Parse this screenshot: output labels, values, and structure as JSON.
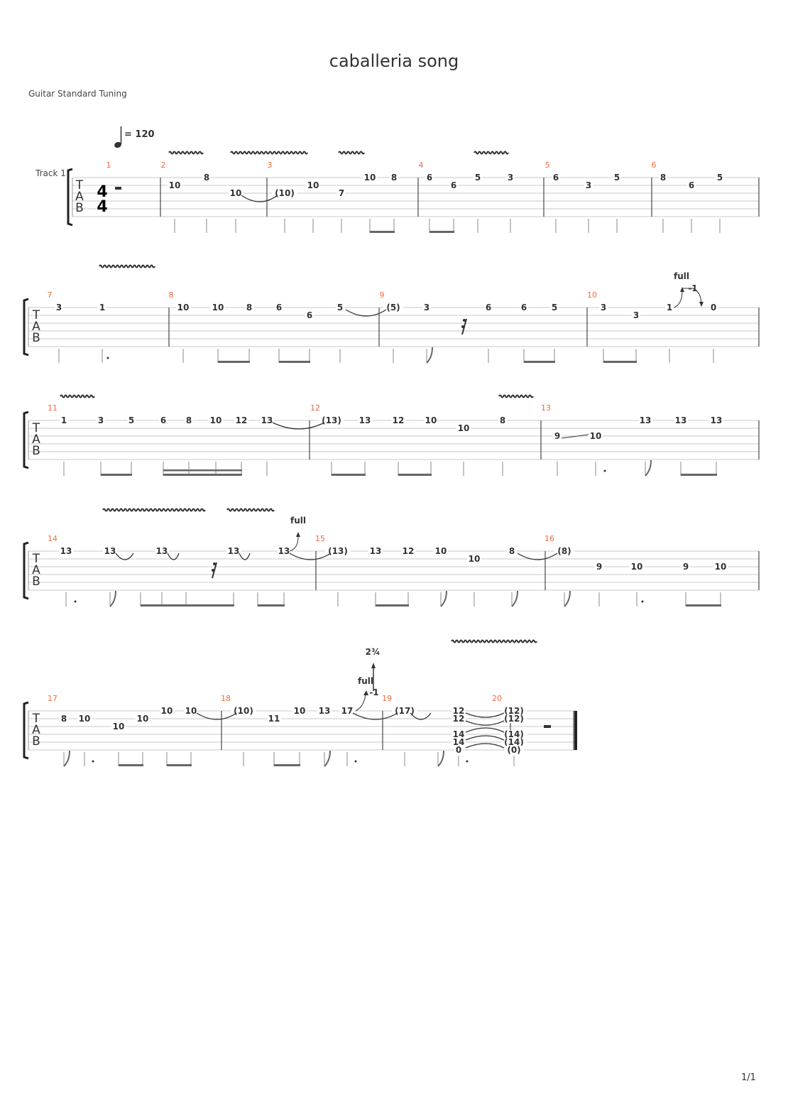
{
  "title": "caballeria song",
  "subtitle": "Guitar Standard Tuning",
  "tempo": "= 120",
  "track_label": "Track 1",
  "time_signature": {
    "top": "4",
    "bottom": "4"
  },
  "tab_letters": [
    "T",
    "A",
    "B"
  ],
  "page_number": "1/1",
  "colors": {
    "measure_number": "#f06a3c",
    "staff_line": "#c8c8c8",
    "ink": "#333333"
  },
  "systems": [
    {
      "measures": [
        "1",
        "2",
        "3",
        "4",
        "5",
        "6"
      ],
      "notes": [
        {
          "s": 2,
          "f": "10"
        },
        {
          "s": 1,
          "f": "8"
        },
        {
          "s": 3,
          "f": "10"
        },
        {
          "s": 3,
          "f": "(10)"
        },
        {
          "s": 2,
          "f": "10"
        },
        {
          "s": 3,
          "f": "7"
        },
        {
          "s": 1,
          "f": "10"
        },
        {
          "s": 1,
          "f": "8"
        },
        {
          "s": 1,
          "f": "6"
        },
        {
          "s": 2,
          "f": "6"
        },
        {
          "s": 1,
          "f": "5"
        },
        {
          "s": 1,
          "f": "3"
        },
        {
          "s": 1,
          "f": "6"
        },
        {
          "s": 2,
          "f": "3"
        },
        {
          "s": 1,
          "f": "5"
        },
        {
          "s": 1,
          "f": "8"
        },
        {
          "s": 2,
          "f": "6"
        },
        {
          "s": 1,
          "f": "5"
        }
      ],
      "bends": []
    },
    {
      "measures": [
        "7",
        "8",
        "9",
        "10"
      ],
      "notes": [
        {
          "s": 1,
          "f": "3"
        },
        {
          "s": 1,
          "f": "1"
        },
        {
          "s": 1,
          "f": "10"
        },
        {
          "s": 1,
          "f": "10"
        },
        {
          "s": 1,
          "f": "8"
        },
        {
          "s": 1,
          "f": "6"
        },
        {
          "s": 2,
          "f": "6"
        },
        {
          "s": 1,
          "f": "5"
        },
        {
          "s": 1,
          "f": "(5)"
        },
        {
          "s": 1,
          "f": "3"
        },
        {
          "s": 1,
          "f": "6"
        },
        {
          "s": 1,
          "f": "6"
        },
        {
          "s": 1,
          "f": "5"
        },
        {
          "s": 1,
          "f": "3"
        },
        {
          "s": 2,
          "f": "3"
        },
        {
          "s": 1,
          "f": "1"
        },
        {
          "s": 1,
          "f": "0"
        }
      ],
      "bends": [
        {
          "label": "full",
          "release": "-1"
        }
      ]
    },
    {
      "measures": [
        "11",
        "12",
        "13"
      ],
      "notes": [
        {
          "s": 1,
          "f": "1"
        },
        {
          "s": 1,
          "f": "3"
        },
        {
          "s": 1,
          "f": "5"
        },
        {
          "s": 1,
          "f": "6"
        },
        {
          "s": 1,
          "f": "8"
        },
        {
          "s": 1,
          "f": "10"
        },
        {
          "s": 1,
          "f": "12"
        },
        {
          "s": 1,
          "f": "13"
        },
        {
          "s": 1,
          "f": "(13)"
        },
        {
          "s": 1,
          "f": "13"
        },
        {
          "s": 1,
          "f": "12"
        },
        {
          "s": 1,
          "f": "10"
        },
        {
          "s": 2,
          "f": "10"
        },
        {
          "s": 1,
          "f": "8"
        },
        {
          "s": 3,
          "f": "9"
        },
        {
          "s": 3,
          "f": "10"
        },
        {
          "s": 1,
          "f": "13"
        },
        {
          "s": 1,
          "f": "13"
        },
        {
          "s": 1,
          "f": "13"
        }
      ],
      "bends": []
    },
    {
      "measures": [
        "14",
        "15",
        "16"
      ],
      "notes": [
        {
          "s": 1,
          "f": "13"
        },
        {
          "s": 1,
          "f": "13"
        },
        {
          "s": 1,
          "f": "13"
        },
        {
          "s": 1,
          "f": "13"
        },
        {
          "s": 1,
          "f": "13"
        },
        {
          "s": 1,
          "f": "(13)"
        },
        {
          "s": 1,
          "f": "13"
        },
        {
          "s": 1,
          "f": "12"
        },
        {
          "s": 1,
          "f": "10"
        },
        {
          "s": 2,
          "f": "10"
        },
        {
          "s": 1,
          "f": "8"
        },
        {
          "s": 1,
          "f": "(8)"
        },
        {
          "s": 3,
          "f": "9"
        },
        {
          "s": 3,
          "f": "10"
        },
        {
          "s": 3,
          "f": "9"
        },
        {
          "s": 3,
          "f": "10"
        }
      ],
      "bends": [
        {
          "label": "full"
        }
      ]
    },
    {
      "measures": [
        "17",
        "18",
        "19",
        "20"
      ],
      "notes": [
        {
          "s": 2,
          "f": "8"
        },
        {
          "s": 2,
          "f": "10"
        },
        {
          "s": 3,
          "f": "10"
        },
        {
          "s": 2,
          "f": "10"
        },
        {
          "s": 1,
          "f": "10"
        },
        {
          "s": 1,
          "f": "10"
        },
        {
          "s": 1,
          "f": "(10)"
        },
        {
          "s": 2,
          "f": "11"
        },
        {
          "s": 1,
          "f": "10"
        },
        {
          "s": 1,
          "f": "13"
        },
        {
          "s": 1,
          "f": "17"
        },
        {
          "s": 1,
          "f": "(17)"
        },
        {
          "s": 1,
          "f": "12"
        },
        {
          "s": 2,
          "f": "12"
        },
        {
          "s": 4,
          "f": "14"
        },
        {
          "s": 5,
          "f": "14"
        },
        {
          "s": 6,
          "f": "0"
        },
        {
          "s": 1,
          "f": "(12)"
        },
        {
          "s": 2,
          "f": "(12)"
        },
        {
          "s": 4,
          "f": "(14)"
        },
        {
          "s": 5,
          "f": "(14)"
        },
        {
          "s": 6,
          "f": "(0)"
        }
      ],
      "bends": [
        {
          "label": "full",
          "release": "-1",
          "peak": "2¾"
        }
      ]
    }
  ]
}
